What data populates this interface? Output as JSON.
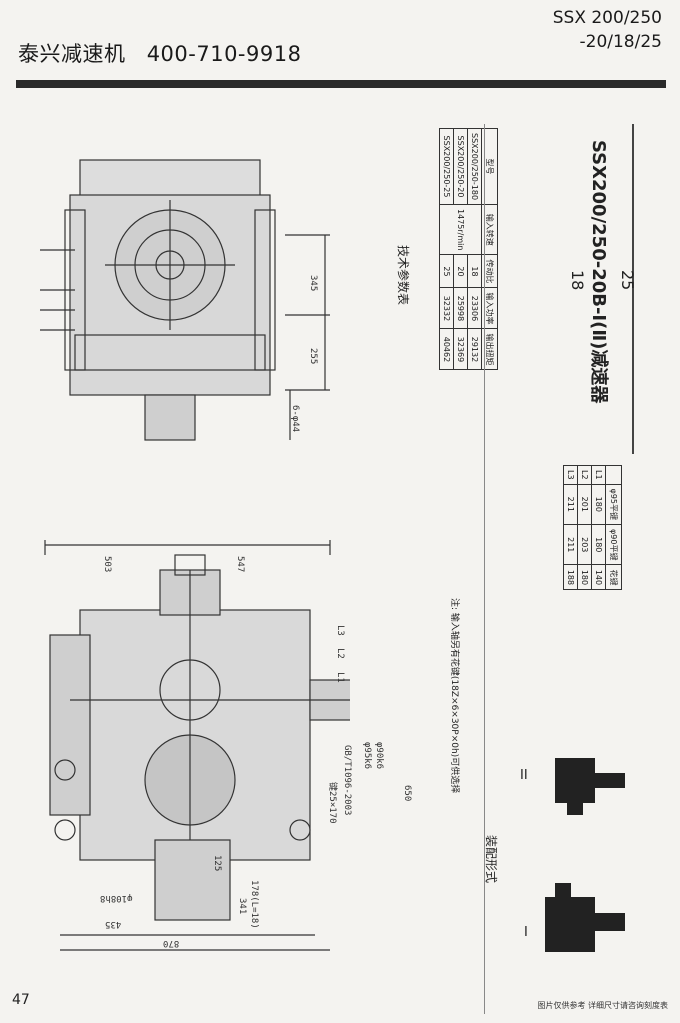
{
  "header": {
    "brand": "泰兴减速机",
    "phone": "400-710-9918",
    "model_line1": "SSX 200/250",
    "model_line2": "-20/18/25"
  },
  "title_block": {
    "line1": "18",
    "line2": "SSX200/250-20B-Ⅰ(Ⅱ)减速器",
    "line3": "25"
  },
  "tech_table": {
    "title": "技术参数表",
    "headers": [
      "型号",
      "输入转速",
      "传动比",
      "输入功率",
      "输出扭矩"
    ],
    "rows": [
      [
        "SSX200/250-180",
        "1475r/min",
        "18",
        "23306",
        "29132"
      ],
      [
        "SSX200/250-20",
        "",
        "20",
        "25998",
        "32369"
      ],
      [
        "SSX200/250-25",
        "",
        "25",
        "32332",
        "40462"
      ]
    ]
  },
  "dim_table": {
    "headers": [
      "",
      "φ95平键",
      "φ90平键",
      "花键"
    ],
    "rows": [
      [
        "L1",
        "180",
        "180",
        "140"
      ],
      [
        "L2",
        "201",
        "203",
        "180"
      ],
      [
        "L3",
        "211",
        "211",
        "188"
      ]
    ]
  },
  "notes": {
    "note": "注: 输入轴另有花键(18Z×6×30P×0h)可供选择",
    "assembly": "装配形式",
    "label_I": "I",
    "label_II": "II"
  },
  "dims": {
    "d345": "345",
    "d255": "255",
    "d6x44": "6-φ44",
    "d503": "503",
    "d547": "547",
    "dL3": "L3",
    "dL2": "L2",
    "dL1": "L1",
    "key": "键25×170",
    "std": "GB/T1096-2003",
    "shaft1": "φ95k6",
    "shaft2": "φ90k6",
    "d650": "650",
    "d125": "125",
    "d341": "341",
    "d178": "178(L=18)",
    "d108": "φ108h8",
    "d435": "435",
    "d870": "870"
  },
  "footer": {
    "page": "47",
    "note": "图片仅供参考  详细尺寸请咨询刻度表"
  }
}
